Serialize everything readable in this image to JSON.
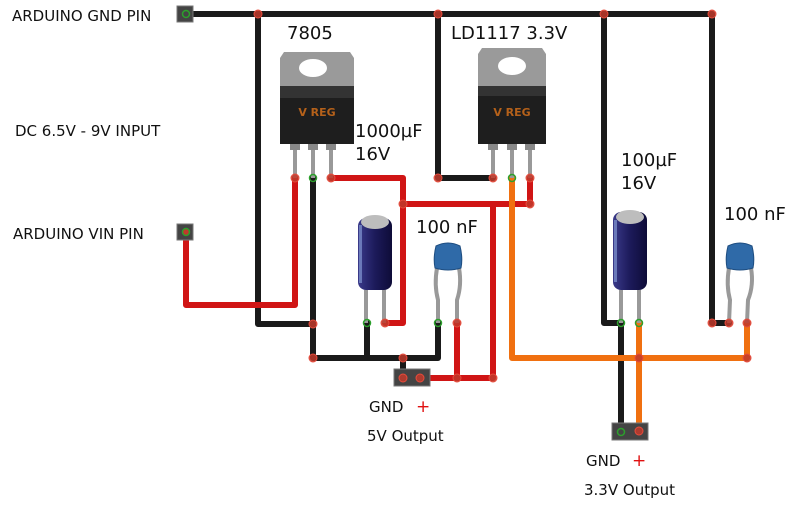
{
  "labels": {
    "arduino_gnd": "ARDUINO GND PIN",
    "dc_input": "DC 6.5V - 9V INPUT",
    "arduino_vin": "ARDUINO VIN PIN",
    "reg1_name": "7805",
    "reg2_name": "LD1117 3.3V",
    "reg_marking": "V REG",
    "cap1_value": "1000µF",
    "cap1_voltage": "16V",
    "cap2_value": "100µF",
    "cap2_voltage": "16V",
    "ceramic1_value": "100 nF",
    "ceramic2_value": "100 nF",
    "out5_gnd": "GND",
    "out5_plus": "+",
    "out5_label": "5V Output",
    "out33_gnd": "GND",
    "out33_plus": "+",
    "out33_label": "3.3V Output"
  },
  "colors": {
    "wire_ground": "#1a1a1a",
    "wire_5v": "#d01515",
    "wire_3v3": "#f07010",
    "regulator_tab": "#9a9a9a",
    "regulator_body": "#1e1e1e",
    "regulator_text": "#b5611a",
    "electrolytic_cap": "#1c1a5a",
    "ceramic_cap": "#2f6aa8",
    "plus_sign": "#e01010"
  }
}
